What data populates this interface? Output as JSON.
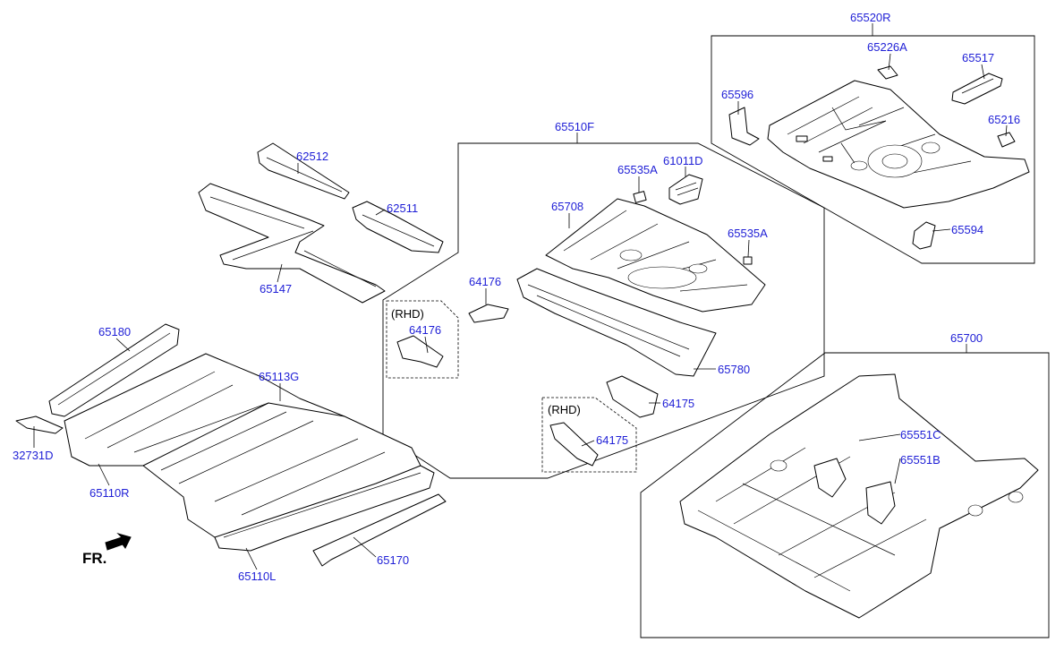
{
  "part_numbers": {
    "p65520R": "65520R",
    "p65226A": "65226A",
    "p65517": "65517",
    "p65596": "65596",
    "p65216": "65216",
    "p65594": "65594",
    "p65510F": "65510F",
    "p61011D": "61011D",
    "p65535A_top": "65535A",
    "p65708": "65708",
    "p65535A_right": "65535A",
    "p64176": "64176",
    "p64176_rhd": "64176",
    "p65780": "65780",
    "p64175": "64175",
    "p64175_rhd": "64175",
    "p62512": "62512",
    "p62511": "62511",
    "p65147": "65147",
    "p65180": "65180",
    "p65113G": "65113G",
    "p32731D": "32731D",
    "p65110R": "65110R",
    "p65110L": "65110L",
    "p65170": "65170",
    "p65700": "65700",
    "p65551C": "65551C",
    "p65551B": "65551B"
  },
  "notes": {
    "rhd_1": "(RHD)",
    "rhd_2": "(RHD)"
  },
  "orientation": {
    "label": "FR."
  },
  "colors": {
    "label": "#1f1fd6",
    "line": "#000000"
  }
}
